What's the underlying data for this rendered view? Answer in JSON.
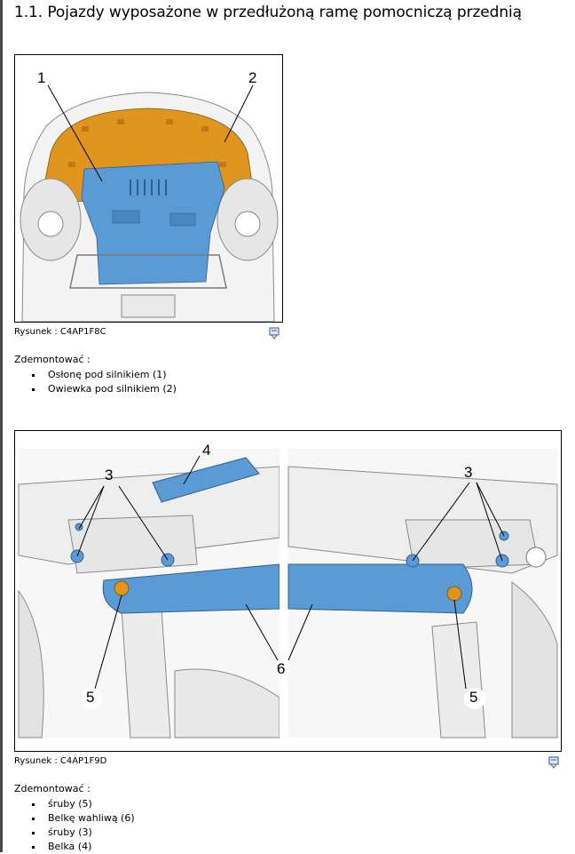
{
  "title": "1.1. Pojazdy wyposażone w przedłużoną ramę pomocniczą przednią",
  "figure1": {
    "callouts": [
      "1",
      "2"
    ],
    "caption": "Rysunek : C4AP1F8C",
    "print_icon": "print-icon"
  },
  "section1": {
    "heading": "Zdemontować :",
    "items": [
      "Osłonę pod silnikiem (1)",
      "Owiewka pod silnikiem (2)"
    ]
  },
  "figure2": {
    "callouts": [
      "3",
      "4",
      "5",
      "6",
      "3",
      "5"
    ],
    "caption": "Rysunek : C4AP1F9D",
    "print_icon": "print-icon"
  },
  "section2": {
    "heading": "Zdemontować :",
    "items": [
      "śruby (5)",
      "Belkę wahliwą (6)",
      "śruby (3)",
      "Belka (4)"
    ]
  },
  "colors": {
    "orange": "#E0961E",
    "blue": "#5B9BD5",
    "line": "#6a6a6a"
  }
}
